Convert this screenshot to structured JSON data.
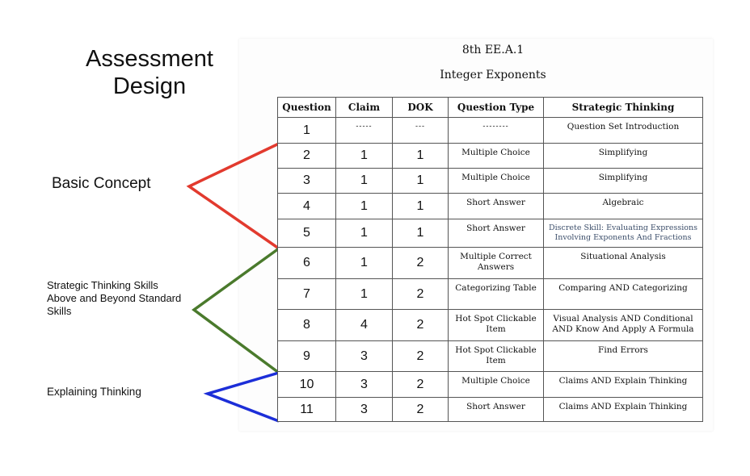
{
  "title": "Assessment Design",
  "doc": {
    "code": "8th EE.A.1",
    "subtitle": "Integer Exponents"
  },
  "groups": {
    "basic": {
      "label": "Basic Concept",
      "color": "#e23a2e"
    },
    "strategic": {
      "label": "Strategic Thinking Skills Above and Beyond Standard Skills",
      "color": "#4a7a2c"
    },
    "explaining": {
      "label": "Explaining Thinking",
      "color": "#1c2ed8"
    }
  },
  "table": {
    "headers": [
      "Question",
      "Claim",
      "DOK",
      "Question Type",
      "Strategic Thinking"
    ],
    "rows": [
      {
        "question": "1",
        "claim": "-----",
        "dok": "---",
        "type": "--------",
        "thinking": "Question Set Introduction"
      },
      {
        "question": "2",
        "claim": "1",
        "dok": "1",
        "type": "Multiple Choice",
        "thinking": "Simplifying"
      },
      {
        "question": "3",
        "claim": "1",
        "dok": "1",
        "type": "Multiple Choice",
        "thinking": "Simplifying"
      },
      {
        "question": "4",
        "claim": "1",
        "dok": "1",
        "type": "Short Answer",
        "thinking": "Algebraic"
      },
      {
        "question": "5",
        "claim": "1",
        "dok": "1",
        "type": "Short Answer",
        "thinking": "Discrete Skill: Evaluating Expressions Involving Exponents And Fractions"
      },
      {
        "question": "6",
        "claim": "1",
        "dok": "2",
        "type": "Multiple Correct Answers",
        "thinking": "Situational Analysis"
      },
      {
        "question": "7",
        "claim": "1",
        "dok": "2",
        "type": "Categorizing Table",
        "thinking": "Comparing AND Categorizing"
      },
      {
        "question": "8",
        "claim": "4",
        "dok": "2",
        "type": "Hot Spot Clickable Item",
        "thinking": "Visual Analysis AND Conditional AND Know And Apply A Formula"
      },
      {
        "question": "9",
        "claim": "3",
        "dok": "2",
        "type": "Hot Spot Clickable Item",
        "thinking": "Find Errors"
      },
      {
        "question": "10",
        "claim": "3",
        "dok": "2",
        "type": "Multiple Choice",
        "thinking": "Claims AND Explain Thinking"
      },
      {
        "question": "11",
        "claim": "3",
        "dok": "2",
        "type": "Short Answer",
        "thinking": "Claims AND Explain Thinking"
      }
    ]
  }
}
